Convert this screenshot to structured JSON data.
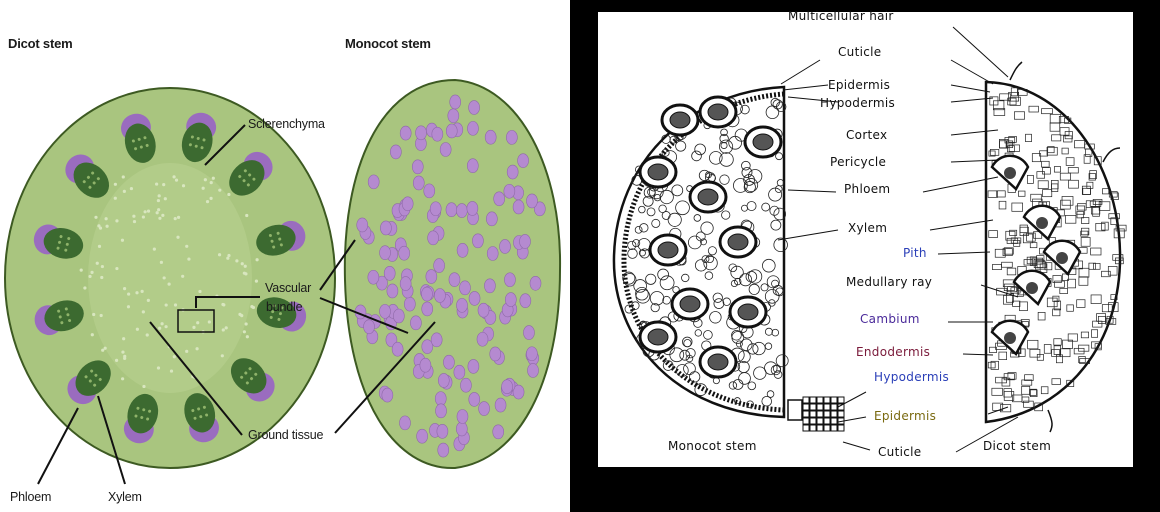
{
  "left": {
    "dicot_title": "Dicot stem",
    "monocot_title": "Monocot stem",
    "labels": {
      "sclerenchyma": "Sclerenchyma",
      "vascular_line1": "Vascular",
      "vascular_line2": "bundle",
      "ground_tissue": "Ground tissue",
      "phloem": "Phloem",
      "xylem": "Xylem"
    },
    "colors": {
      "ground": "#a9c57f",
      "edge": "#3d5a22",
      "bundle_dark": "#3c6a30",
      "phloem": "#9a6cbf",
      "monocot_dot": "#b58ad0"
    }
  },
  "right": {
    "labels": {
      "multicellular_hair": "Multicellular hair",
      "cuticle_top": "Cuticle",
      "epidermis_top": "Epidermis",
      "hypodermis_top": "Hypodermis",
      "cortex": "Cortex",
      "pericycle": "Pericycle",
      "phloem": "Phloem",
      "xylem": "Xylem",
      "pith": "Pith",
      "medullary_ray": "Medullary ray",
      "cambium": "Cambium",
      "endodermis": "Endodermis",
      "hypodermis_bottom": "Hypodermis",
      "epidermis_bottom": "Epidermis",
      "cuticle_bottom": "Cuticle",
      "monocot_stem": "Monocot stem",
      "dicot_stem": "Dicot stem"
    }
  }
}
